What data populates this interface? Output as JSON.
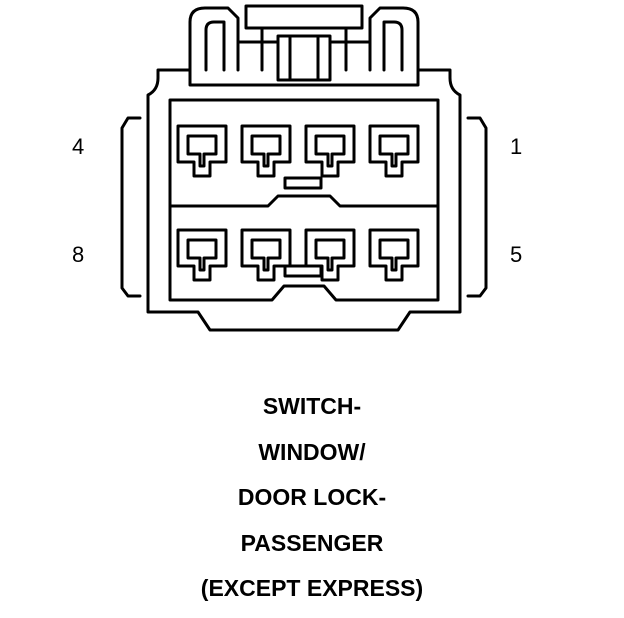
{
  "pin_labels": {
    "top_left": "4",
    "top_right": "1",
    "bottom_left": "8",
    "bottom_right": "5"
  },
  "caption": {
    "line1": "SWITCH-",
    "line2": "WINDOW/",
    "line3": "DOOR LOCK-",
    "line4": "PASSENGER",
    "line5": "(EXCEPT EXPRESS)"
  },
  "colors": {
    "stroke": "#000000",
    "background": "#ffffff"
  }
}
